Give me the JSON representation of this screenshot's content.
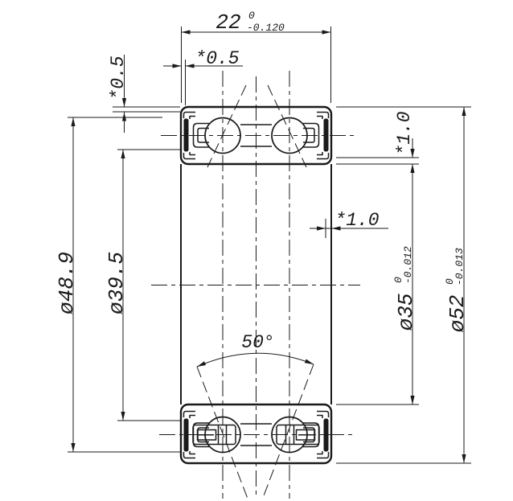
{
  "drawing": {
    "width_dim": {
      "value": "22",
      "tol_upper": "0",
      "tol_lower": "-0.120"
    },
    "bore_dim": {
      "value": "ø35",
      "tol_upper": "0",
      "tol_lower": "-0.012"
    },
    "outer_dim": {
      "value": "ø52",
      "tol_upper": "0",
      "tol_lower": "-0.013"
    },
    "seal_groove_dim": "ø48.9",
    "shoulder_dim": "ø39.5",
    "chamfer_top": "*0.5",
    "chamfer_side": "*0.5",
    "recess_face": "*1.0",
    "recess_bore": "*1.0",
    "contact_angle": "50°",
    "colors": {
      "line": "#1a1a1a",
      "background": "#ffffff"
    }
  }
}
